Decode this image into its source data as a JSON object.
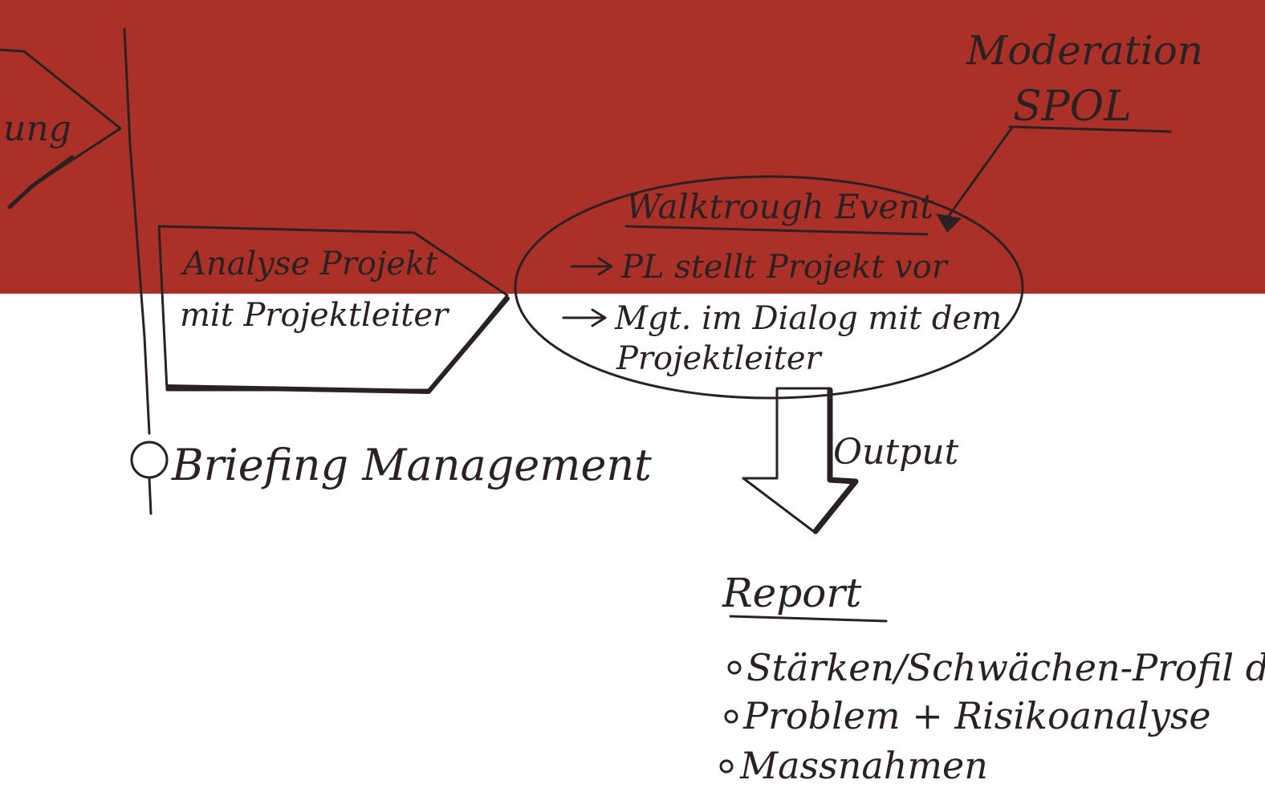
{
  "colors": {
    "band": "#ab3128",
    "ink": "#2a2222",
    "background": "#ffffff"
  },
  "diagram": {
    "left_fragment": "ung",
    "moderation": {
      "title": "Moderation",
      "who": "SPOL"
    },
    "analysis_box": {
      "line1": "Analyse Projekt",
      "line2": "mit Projektleiter"
    },
    "walkthrough": {
      "title": "Walktrough Event",
      "item1": "PL stellt Projekt vor",
      "item2_line1": "Mgt. im Dialog mit dem",
      "item2_line2": "Projektleiter"
    },
    "milestone_label": "Briefing Management",
    "output_label": "Output",
    "report": {
      "title": "Report",
      "items": [
        "Stärken/Schwächen-Profil des",
        "Problem + Risikoanalyse",
        "Massnahmen"
      ]
    }
  }
}
